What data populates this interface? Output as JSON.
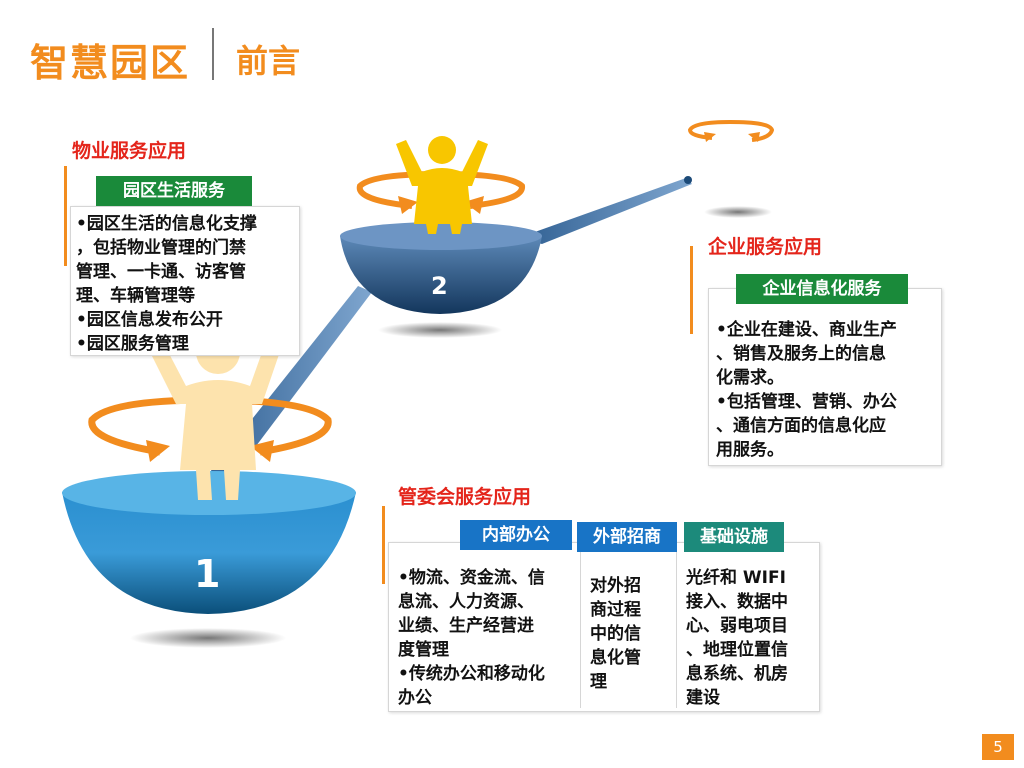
{
  "header": {
    "title": "智慧园区",
    "subtitle": "前言"
  },
  "figure": {
    "bowl1_number": "1",
    "bowl2_number": "2"
  },
  "property": {
    "title": "物业服务应用",
    "tag": "园区生活服务",
    "lines": [
      "•园区生活的信息化支撑",
      "，包括物业管理的门禁",
      "管理、一卡通、访客管",
      "理、车辆管理等",
      "•园区信息发布公开",
      "•园区服务管理"
    ]
  },
  "enterprise": {
    "title": "企业服务应用",
    "tag": "企业信息化服务",
    "lines": [
      "•企业在建设、商业生产",
      "、销售及服务上的信息",
      "化需求。",
      "•包括管理、营销、办公",
      "、通信方面的信息化应",
      "用服务。"
    ]
  },
  "committee": {
    "title": "管委会服务应用",
    "tabs": [
      "内部办公",
      "外部招商",
      "基础设施"
    ],
    "col1": [
      "•物流、资金流、信",
      "息流、人力资源、",
      "业绩、生产经营进",
      "度管理",
      "•传统办公和移动化",
      "办公"
    ],
    "col2": [
      "对外招",
      "商过程",
      "中的信",
      "息化管",
      "理"
    ],
    "col3": [
      "光纤和 WIFI",
      "接入、数据中",
      "心、弱电项目",
      "、地理位置信",
      "息系统、机房",
      "建设"
    ]
  },
  "page_number": "5",
  "colors": {
    "accent": "#f28c1e",
    "title_red": "#e4251b",
    "green": "#1a8a3a",
    "blue": "#1874c6",
    "teal": "#1c8a7b"
  }
}
